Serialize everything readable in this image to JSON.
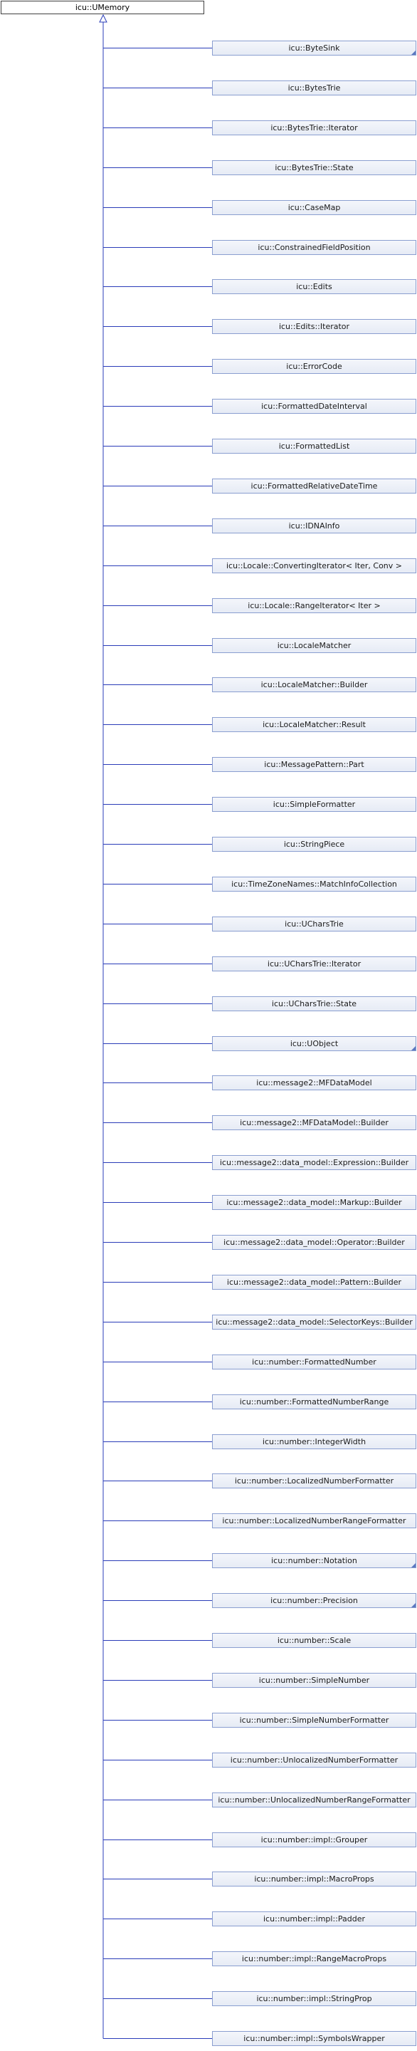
{
  "root": {
    "label": "icu::UMemory"
  },
  "colors": {
    "line": "#2a3cb8",
    "node_border": "#8a9ed0",
    "fold": "#5b78c0"
  },
  "children": [
    {
      "label": "icu::ByteSink",
      "has_subclasses": true
    },
    {
      "label": "icu::BytesTrie",
      "has_subclasses": false
    },
    {
      "label": "icu::BytesTrie::Iterator",
      "has_subclasses": false
    },
    {
      "label": "icu::BytesTrie::State",
      "has_subclasses": false
    },
    {
      "label": "icu::CaseMap",
      "has_subclasses": false
    },
    {
      "label": "icu::ConstrainedFieldPosition",
      "has_subclasses": false
    },
    {
      "label": "icu::Edits",
      "has_subclasses": false
    },
    {
      "label": "icu::Edits::Iterator",
      "has_subclasses": false
    },
    {
      "label": "icu::ErrorCode",
      "has_subclasses": false
    },
    {
      "label": "icu::FormattedDateInterval",
      "has_subclasses": false
    },
    {
      "label": "icu::FormattedList",
      "has_subclasses": false
    },
    {
      "label": "icu::FormattedRelativeDateTime",
      "has_subclasses": false
    },
    {
      "label": "icu::IDNAInfo",
      "has_subclasses": false
    },
    {
      "label": "icu::Locale::ConvertingIterator< Iter, Conv >",
      "has_subclasses": false
    },
    {
      "label": "icu::Locale::RangeIterator< Iter >",
      "has_subclasses": false
    },
    {
      "label": "icu::LocaleMatcher",
      "has_subclasses": false
    },
    {
      "label": "icu::LocaleMatcher::Builder",
      "has_subclasses": false
    },
    {
      "label": "icu::LocaleMatcher::Result",
      "has_subclasses": false
    },
    {
      "label": "icu::MessagePattern::Part",
      "has_subclasses": false
    },
    {
      "label": "icu::SimpleFormatter",
      "has_subclasses": false
    },
    {
      "label": "icu::StringPiece",
      "has_subclasses": false
    },
    {
      "label": "icu::TimeZoneNames::MatchInfoCollection",
      "has_subclasses": false
    },
    {
      "label": "icu::UCharsTrie",
      "has_subclasses": false
    },
    {
      "label": "icu::UCharsTrie::Iterator",
      "has_subclasses": false
    },
    {
      "label": "icu::UCharsTrie::State",
      "has_subclasses": false
    },
    {
      "label": "icu::UObject",
      "has_subclasses": true
    },
    {
      "label": "icu::message2::MFDataModel",
      "has_subclasses": false
    },
    {
      "label": "icu::message2::MFDataModel::Builder",
      "has_subclasses": false
    },
    {
      "label": "icu::message2::data_model::Expression::Builder",
      "has_subclasses": false
    },
    {
      "label": "icu::message2::data_model::Markup::Builder",
      "has_subclasses": false
    },
    {
      "label": "icu::message2::data_model::Operator::Builder",
      "has_subclasses": false
    },
    {
      "label": "icu::message2::data_model::Pattern::Builder",
      "has_subclasses": false
    },
    {
      "label": "icu::message2::data_model::SelectorKeys::Builder",
      "has_subclasses": false
    },
    {
      "label": "icu::number::FormattedNumber",
      "has_subclasses": false
    },
    {
      "label": "icu::number::FormattedNumberRange",
      "has_subclasses": false
    },
    {
      "label": "icu::number::IntegerWidth",
      "has_subclasses": false
    },
    {
      "label": "icu::number::LocalizedNumberFormatter",
      "has_subclasses": false
    },
    {
      "label": "icu::number::LocalizedNumberRangeFormatter",
      "has_subclasses": false
    },
    {
      "label": "icu::number::Notation",
      "has_subclasses": true
    },
    {
      "label": "icu::number::Precision",
      "has_subclasses": true
    },
    {
      "label": "icu::number::Scale",
      "has_subclasses": false
    },
    {
      "label": "icu::number::SimpleNumber",
      "has_subclasses": false
    },
    {
      "label": "icu::number::SimpleNumberFormatter",
      "has_subclasses": false
    },
    {
      "label": "icu::number::UnlocalizedNumberFormatter",
      "has_subclasses": false
    },
    {
      "label": "icu::number::UnlocalizedNumberRangeFormatter",
      "has_subclasses": false
    },
    {
      "label": "icu::number::impl::Grouper",
      "has_subclasses": false
    },
    {
      "label": "icu::number::impl::MacroProps",
      "has_subclasses": false
    },
    {
      "label": "icu::number::impl::Padder",
      "has_subclasses": false
    },
    {
      "label": "icu::number::impl::RangeMacroProps",
      "has_subclasses": false
    },
    {
      "label": "icu::number::impl::StringProp",
      "has_subclasses": false
    },
    {
      "label": "icu::number::impl::SymbolsWrapper",
      "has_subclasses": false
    }
  ]
}
